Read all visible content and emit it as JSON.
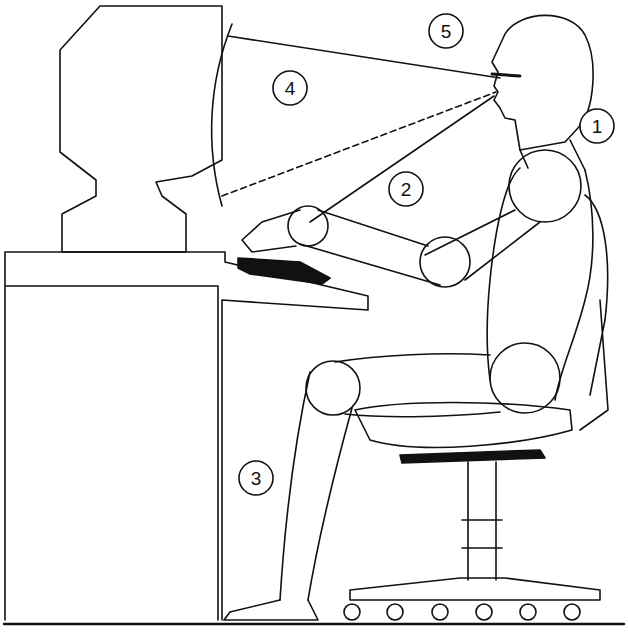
{
  "diagram": {
    "nodes": [
      {
        "text": [
          "5"
        ]
      },
      {
        "text": [
          "4"
        ]
      },
      {
        "text": [
          "1"
        ]
      },
      {
        "text": [
          "2"
        ]
      },
      {
        "text": [
          "3"
        ]
      }
    ]
  }
}
